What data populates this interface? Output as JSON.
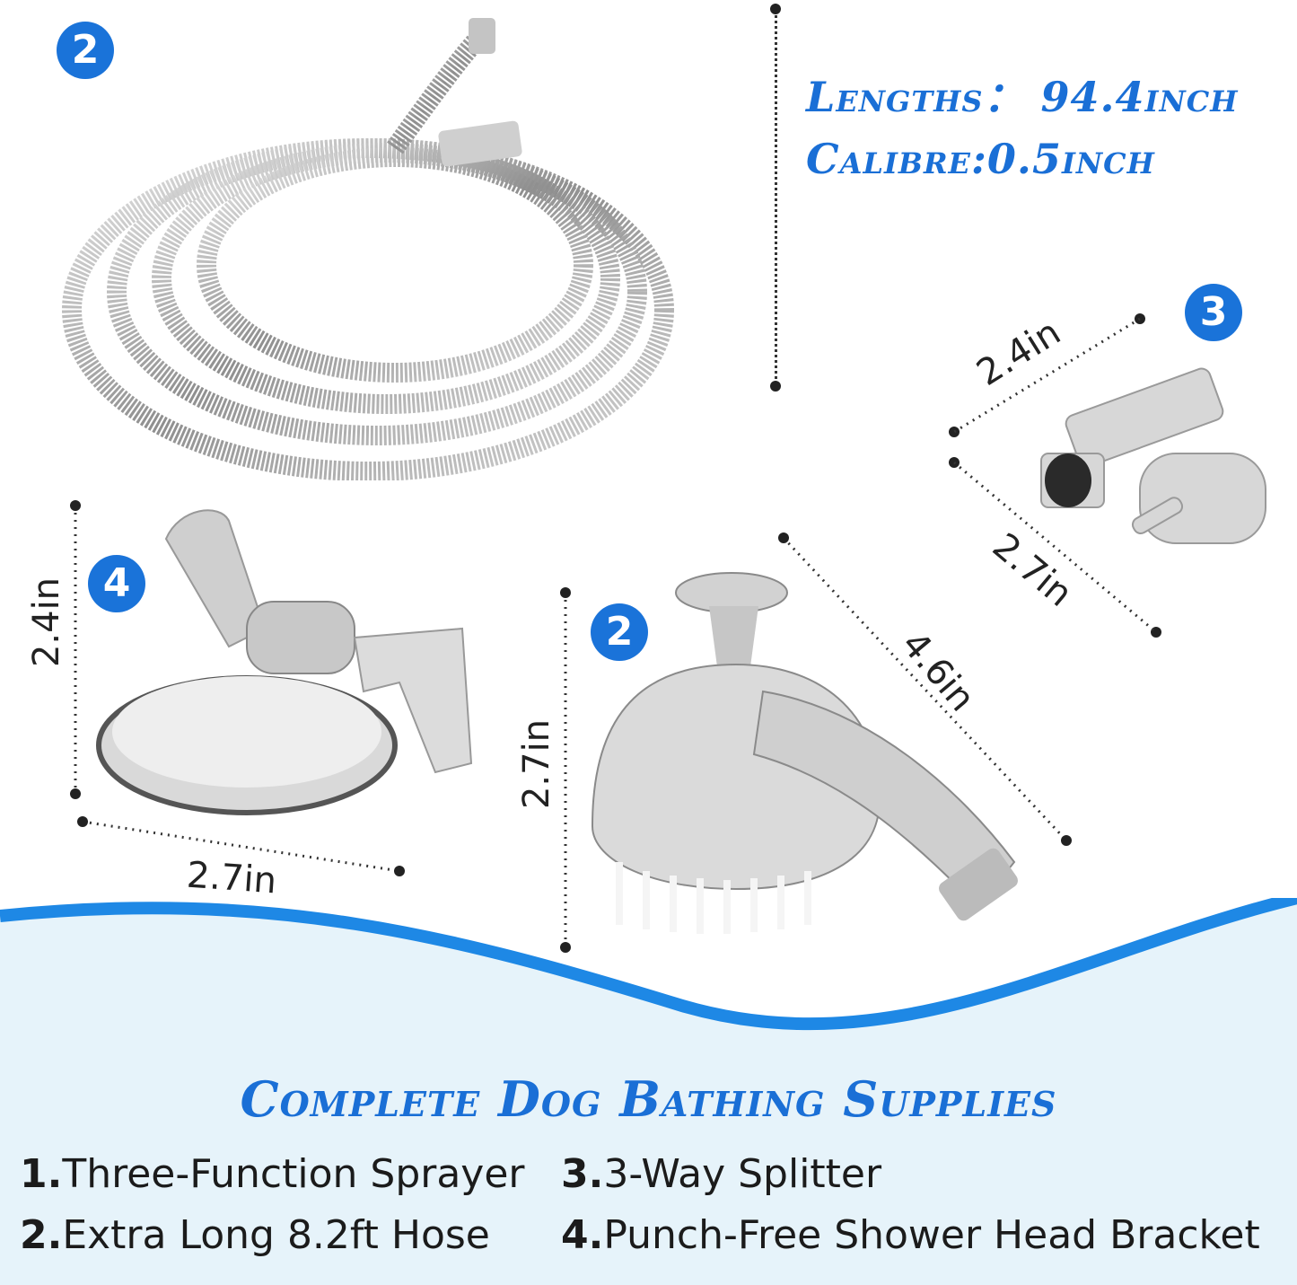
{
  "badges": {
    "hose": "2",
    "splitter": "3",
    "bracket": "4",
    "sprayer": "2"
  },
  "specs": {
    "lengths": "Lengths： 94.4inch",
    "calibre": "Calibre:0.5inch"
  },
  "dimensions": {
    "splitter_top": "2.4in",
    "splitter_bottom": "2.7in",
    "bracket_height": "2.4in",
    "bracket_width": "2.7in",
    "sprayer_height": "2.7in",
    "sprayer_length": "4.6in"
  },
  "footer": {
    "title": "Complete Dog Bathing Supplies",
    "items": [
      {
        "num": "1.",
        "label": "Three-Function Sprayer"
      },
      {
        "num": "2.",
        "label": "Extra Long 8.2ft Hose"
      },
      {
        "num": "3.",
        "label": "3-Way Splitter"
      },
      {
        "num": "4.",
        "label": "Punch-Free Shower Head Bracket"
      }
    ]
  },
  "colors": {
    "accent_blue": "#1a6fd6",
    "badge_blue": "#1a73d9",
    "wave_light": "#e6f3fa",
    "wave_stroke": "#1e88e5"
  }
}
